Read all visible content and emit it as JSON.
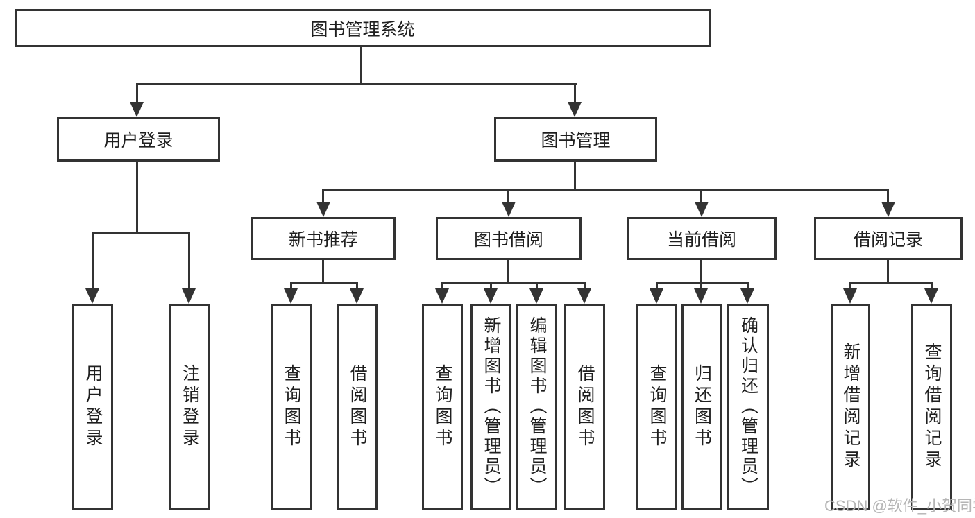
{
  "diagram": {
    "title_hint": "functional structure chart of a library management system",
    "root": {
      "label": "图书管理系统"
    },
    "level2": [
      {
        "label": "用户登录"
      },
      {
        "label": "图书管理"
      }
    ],
    "level3": [
      {
        "label": "新书推荐"
      },
      {
        "label": "图书借阅"
      },
      {
        "label": "当前借阅"
      },
      {
        "label": "借阅记录"
      }
    ],
    "leaves": {
      "user_login": [
        "用户登录",
        "注销登录"
      ],
      "new_book": [
        "查询图书",
        "借阅图书"
      ],
      "book_borrow": [
        "查询图书",
        "新增图书（管理员）",
        "编辑图书（管理员）",
        "借阅图书"
      ],
      "current_borrow": [
        "查询图书",
        "归还图书",
        "确认归还（管理员）"
      ],
      "borrow_record": [
        "新增借阅记录",
        "查询借阅记录"
      ]
    }
  },
  "watermark": {
    "text": "CSDN @软件_小贺同学"
  },
  "colors": {
    "line": "#333333",
    "text": "#1f1f1f",
    "box_background": "#ffffff",
    "watermark": "#b5b5b5"
  }
}
